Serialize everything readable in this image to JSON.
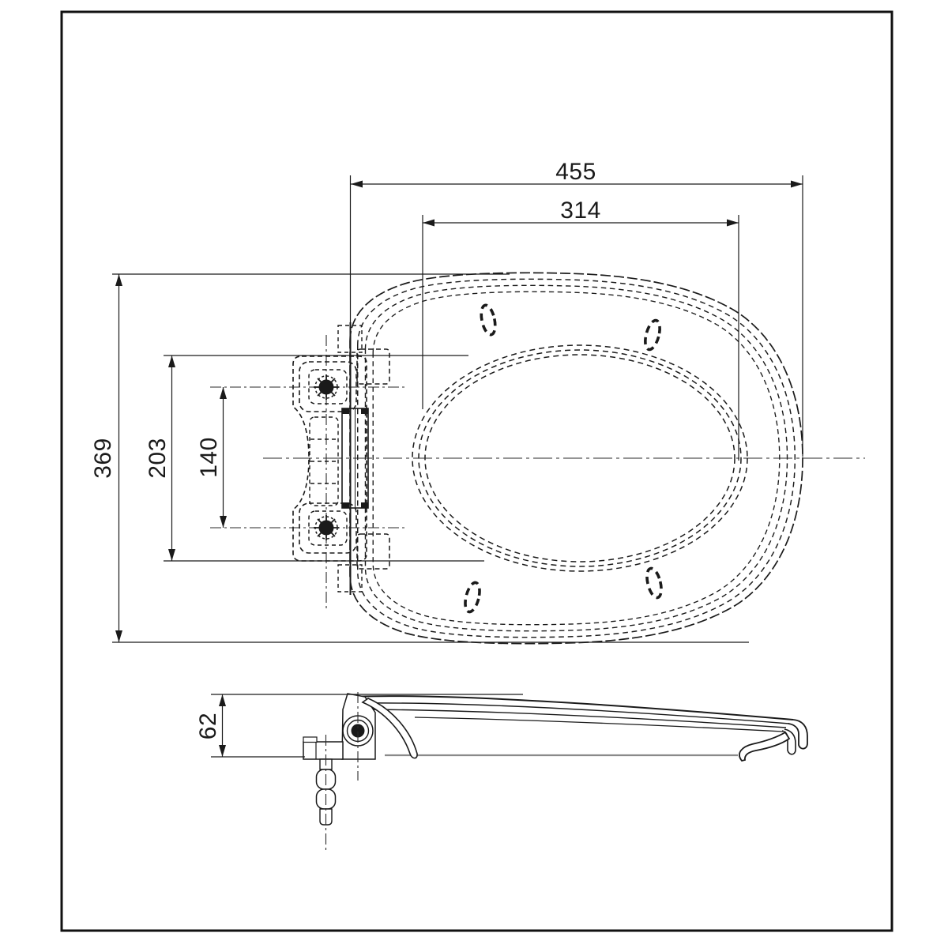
{
  "page": {
    "background": "#ffffff",
    "ink": "#1a1a1a",
    "kind": "technical drawing - toilet seat, top and side views"
  },
  "views": {
    "top": {
      "overall_length": "455",
      "opening_length": "314",
      "overall_width": "369",
      "hinge_plate_span": "203",
      "hinge_hole_spacing": "140"
    },
    "side": {
      "height": "62"
    }
  }
}
